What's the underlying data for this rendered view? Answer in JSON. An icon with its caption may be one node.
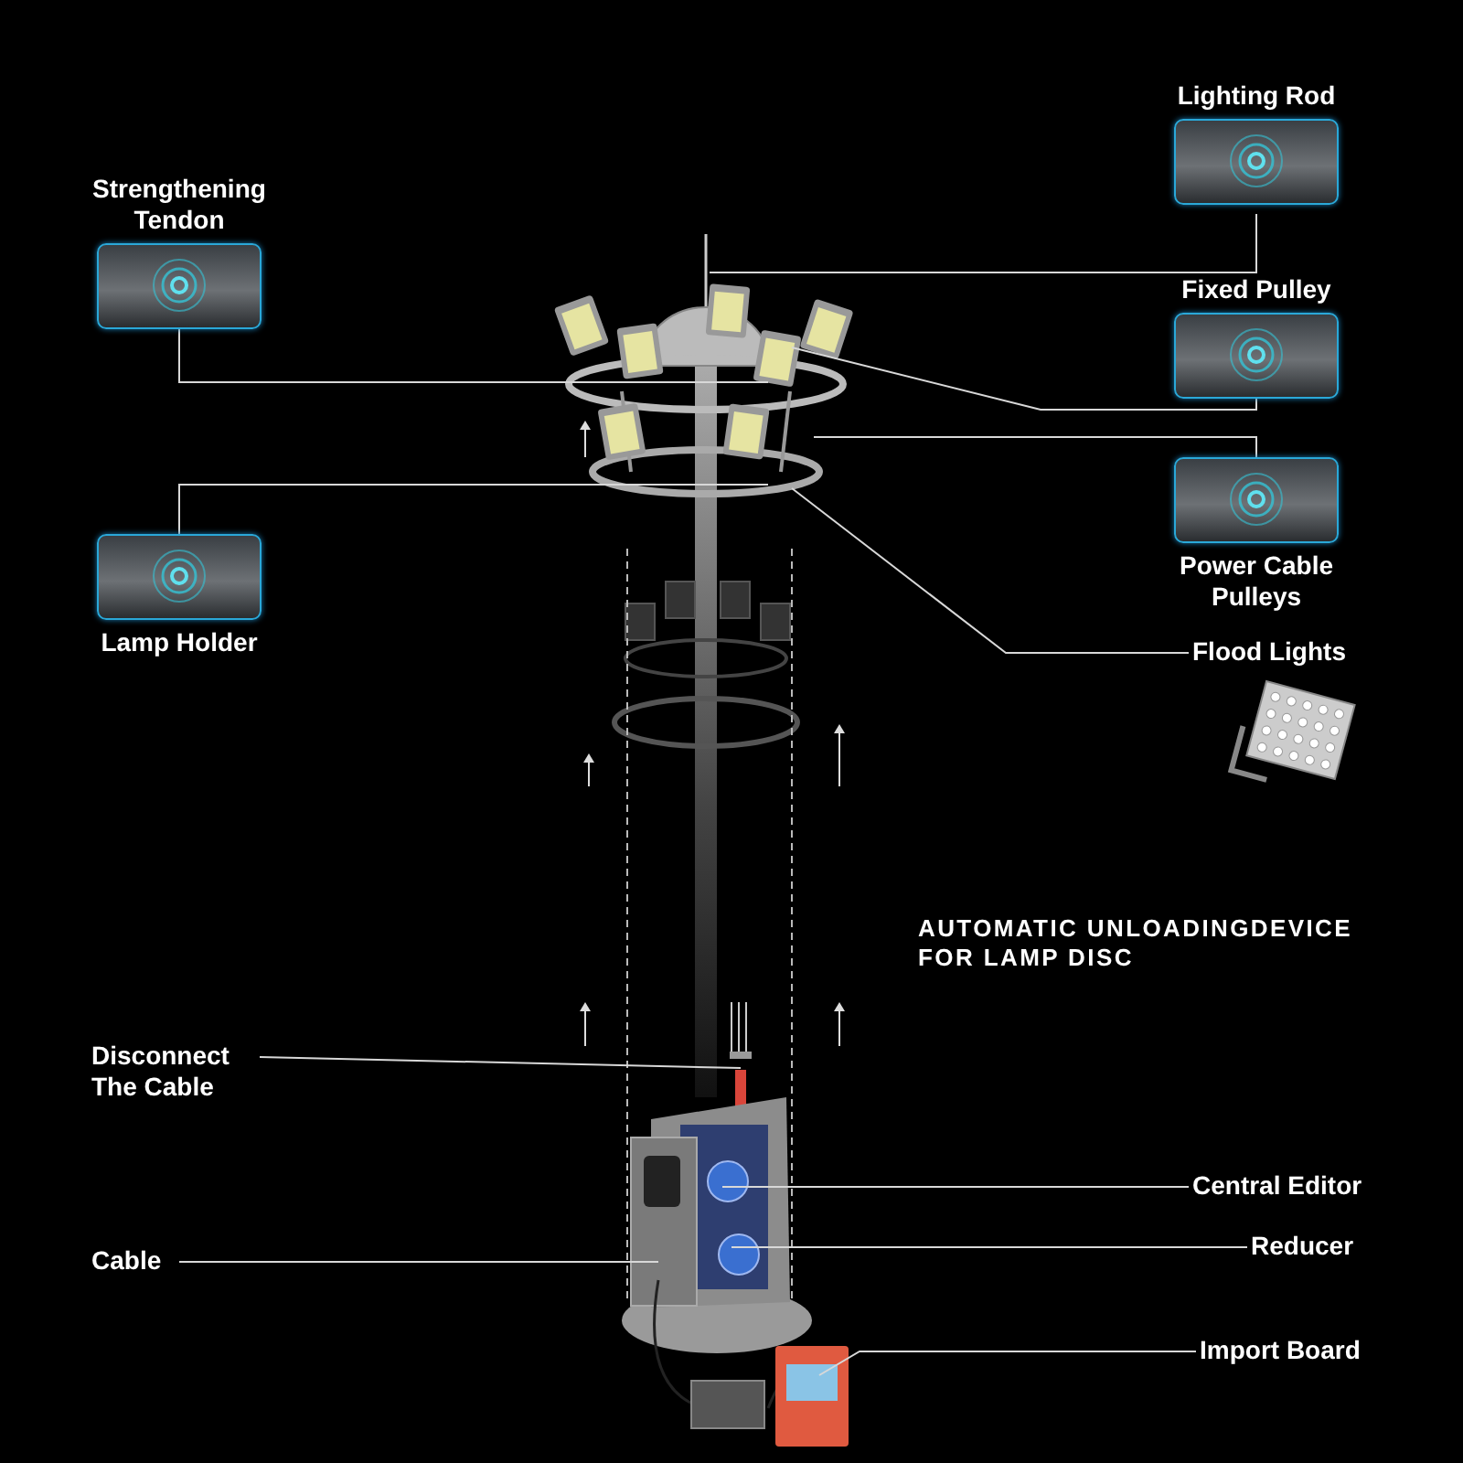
{
  "diagram": {
    "nodes": [
      {
        "text": [
          "Lighting Rod"
        ]
      },
      {
        "text": [
          "Strengthening Tendon"
        ]
      },
      {
        "text": [
          "Fixed Pulley"
        ]
      },
      {
        "text": [
          "Power Cable Pulleys"
        ]
      },
      {
        "text": [
          "Lamp Holder"
        ]
      },
      {
        "text": [
          "Flood Lights"
        ]
      },
      {
        "text": [
          "Disconnect The Cable"
        ]
      },
      {
        "text": [
          "Central Editor"
        ]
      },
      {
        "text": [
          "Cable"
        ]
      },
      {
        "text": [
          "Reducer"
        ]
      },
      {
        "text": [
          "Import Board"
        ]
      }
    ],
    "edges": [
      {
        "from": 0,
        "to": null,
        "arrow": "none"
      },
      {
        "from": 1,
        "to": null,
        "arrow": "none"
      },
      {
        "from": 2,
        "to": null,
        "arrow": "none"
      },
      {
        "from": 3,
        "to": null,
        "arrow": "none"
      },
      {
        "from": 4,
        "to": null,
        "arrow": "none"
      },
      {
        "from": 5,
        "to": null,
        "arrow": "none"
      },
      {
        "from": 6,
        "to": null,
        "arrow": "none"
      },
      {
        "from": 7,
        "to": null,
        "arrow": "none"
      },
      {
        "from": 8,
        "to": null,
        "arrow": "none"
      },
      {
        "from": 9,
        "to": null,
        "arrow": "none"
      },
      {
        "from": 10,
        "to": null,
        "arrow": "none"
      }
    ],
    "labels": [
      "AUTOMATIC UNLOADINGDEVICE FOR LAMP DISC"
    ]
  }
}
